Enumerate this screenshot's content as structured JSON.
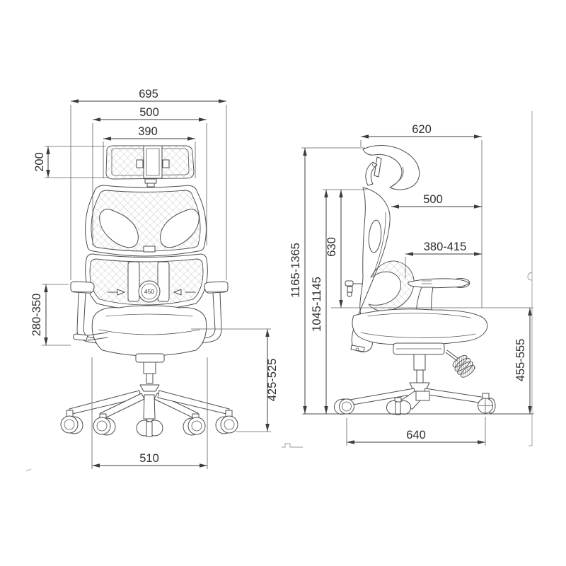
{
  "front_view": {
    "overall_width": "695",
    "backrest_width": "500",
    "headrest_width": "390",
    "headrest_height": "200",
    "armrest_height": "280-350",
    "seat_height": "425-525",
    "base_width": "510",
    "lumbar_knob": "450"
  },
  "side_view": {
    "headrest_depth": "620",
    "backrest_depth": "500",
    "seat_depth": "380-415",
    "backrest_height": "630",
    "back_height": "1045-1145",
    "overall_height": "1165-1365",
    "armrest_floor_height": "455-555",
    "base_depth": "640"
  }
}
